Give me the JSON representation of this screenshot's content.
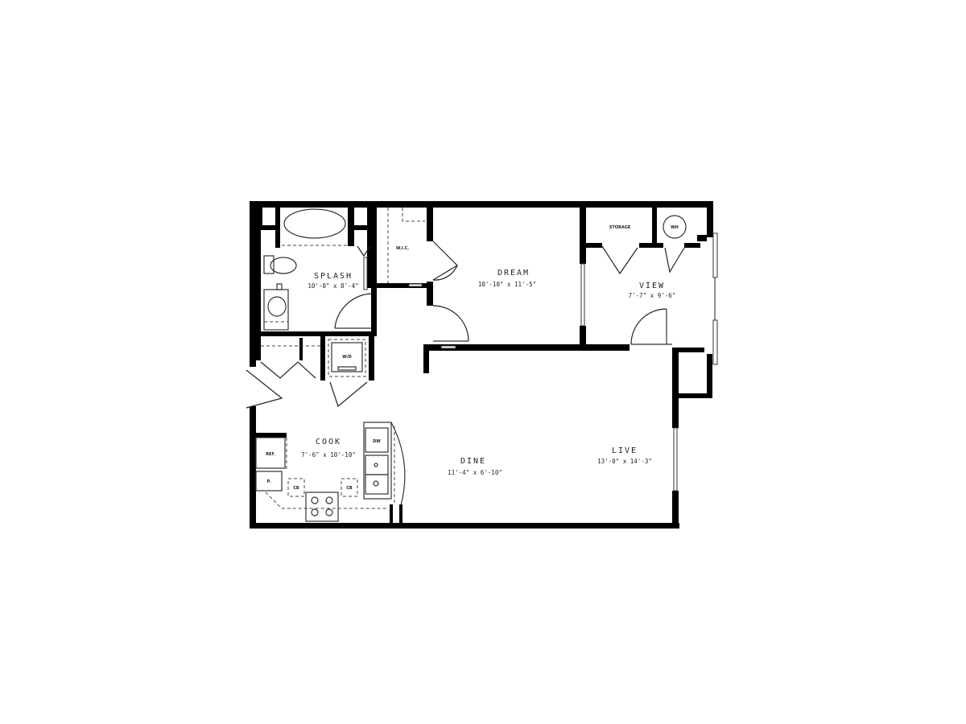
{
  "floorplan": {
    "rooms": {
      "splash": {
        "name": "SPLASH",
        "dims": "10'-0\" x 8'-4\""
      },
      "dream": {
        "name": "DREAM",
        "dims": "10'-10\" x 11'-5\""
      },
      "view": {
        "name": "VIEW",
        "dims": "7'-7\" x 9'-6\""
      },
      "cook": {
        "name": "COOK",
        "dims": "7'-6\" x 10'-10\""
      },
      "dine": {
        "name": "DINE",
        "dims": "11'-4\" x 6'-10\""
      },
      "live": {
        "name": "LIVE",
        "dims": "13'-0\" x 14'-3\""
      }
    },
    "fixtures": {
      "wic": "W.I.C.",
      "storage": "STORAGE",
      "water_heater": "WH",
      "washer_dryer": "W/D",
      "refrigerator": "REF.",
      "pantry": "P.",
      "cabinet_left": "CB",
      "cabinet_right": "CB",
      "dishwasher": "DW"
    },
    "colors": {
      "wall": "#000000",
      "line": "#222222",
      "background": "#ffffff"
    }
  }
}
